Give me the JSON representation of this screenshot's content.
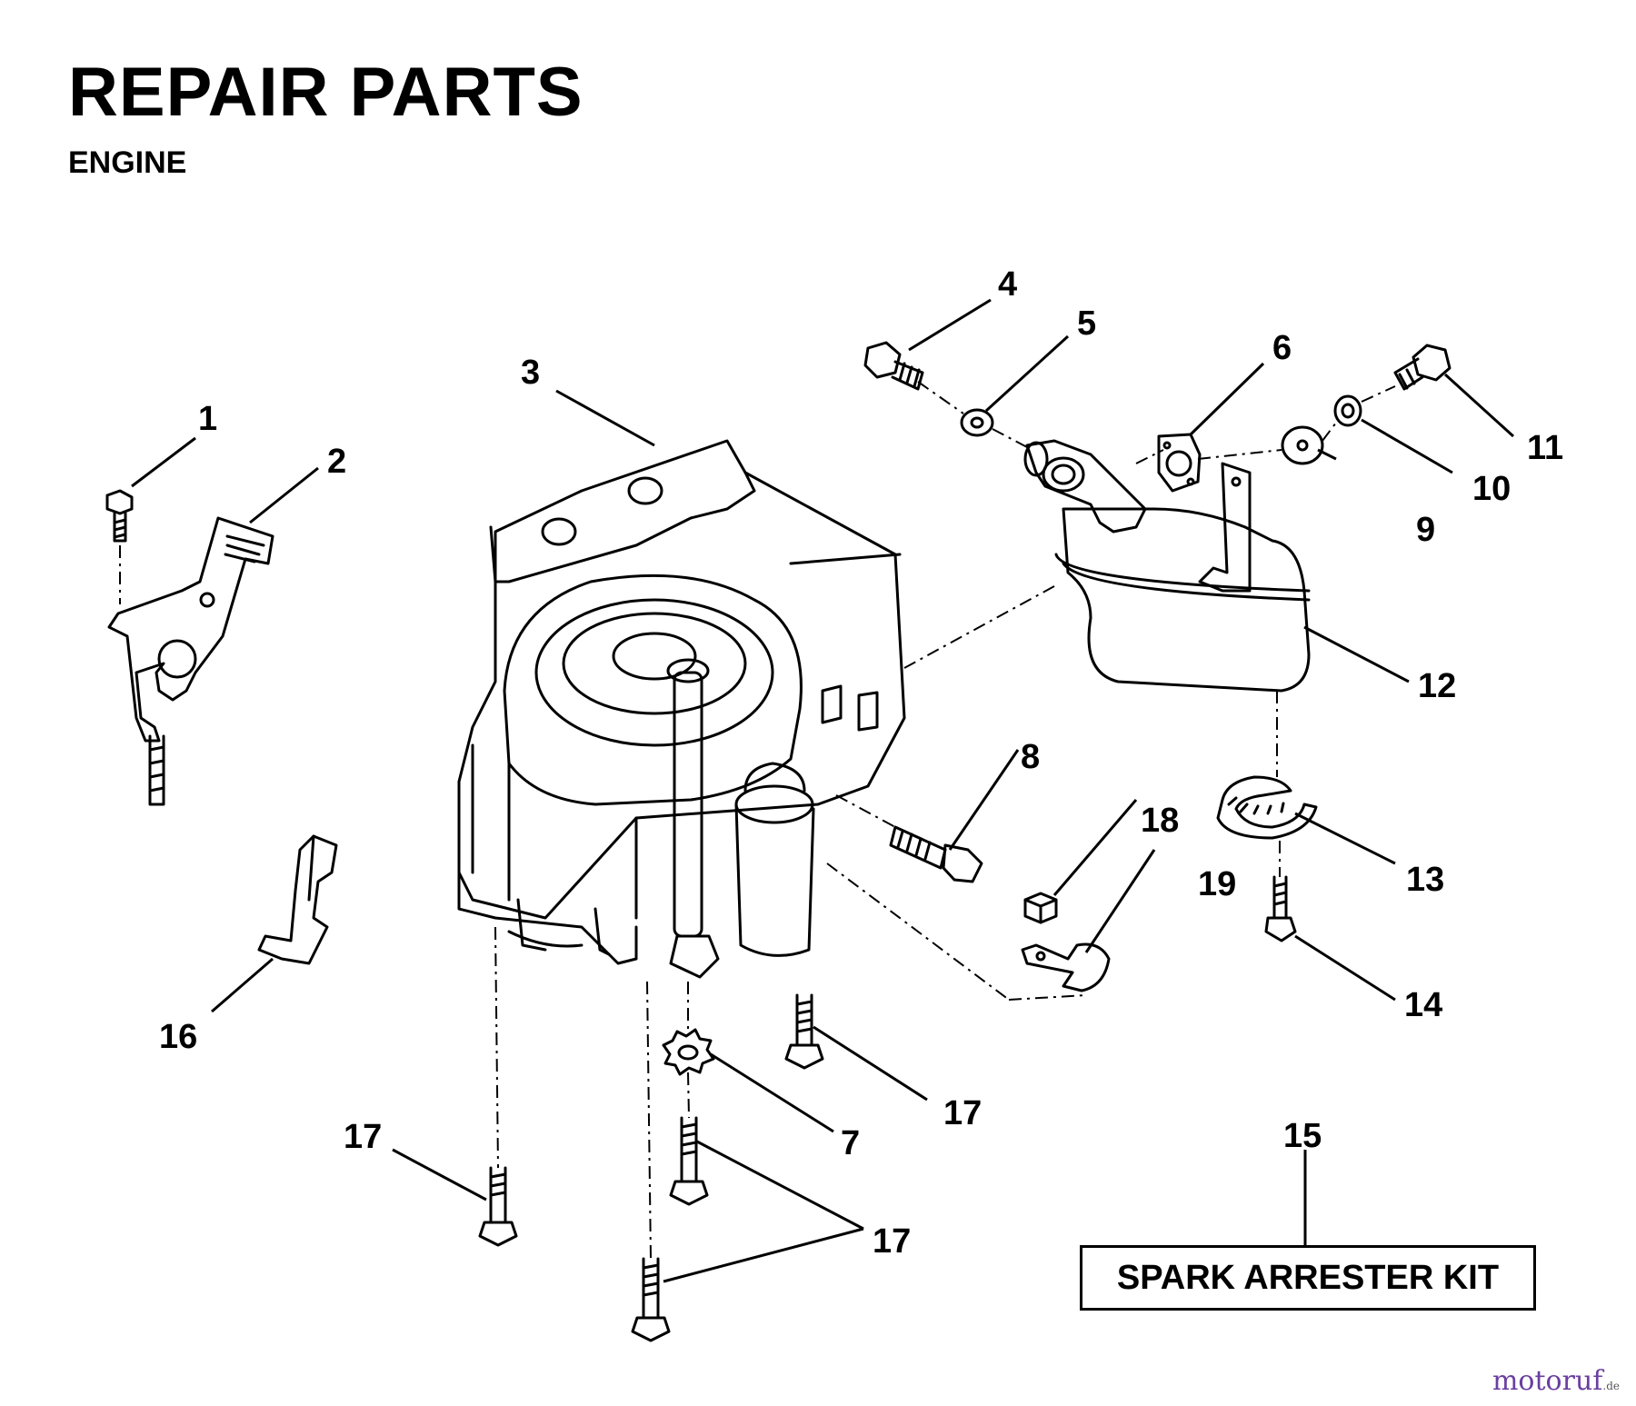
{
  "header": {
    "title": "REPAIR PARTS",
    "subtitle": "ENGINE"
  },
  "callouts": {
    "c1": "1",
    "c2": "2",
    "c3": "3",
    "c4": "4",
    "c5": "5",
    "c6": "6",
    "c7": "7",
    "c8": "8",
    "c9": "9",
    "c10": "10",
    "c11": "11",
    "c12": "12",
    "c13": "13",
    "c14": "14",
    "c15": "15",
    "c16": "16",
    "c17a": "17",
    "c17b": "17",
    "c17c": "17",
    "c18": "18",
    "c19": "19"
  },
  "kit_label": "SPARK ARRESTER KIT",
  "watermark": {
    "brand": "motoruf",
    "suffix": ".de"
  },
  "colors": {
    "ink": "#000000",
    "paper": "#ffffff",
    "watermark": "#6a3fa0"
  }
}
